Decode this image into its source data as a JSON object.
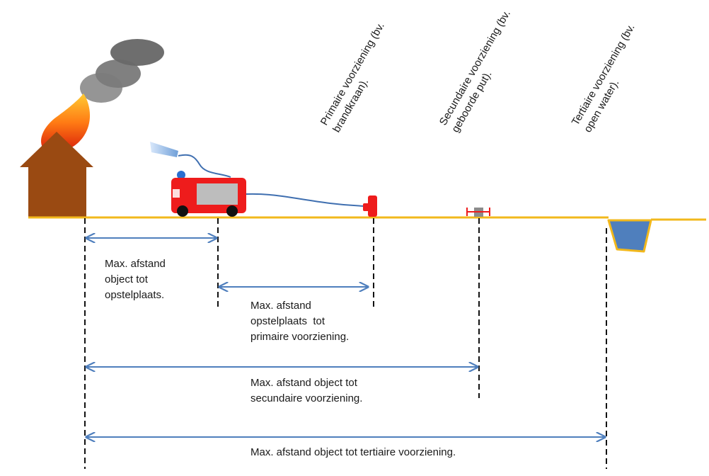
{
  "top_labels": {
    "primary": [
      "Primaire voorziening (bv.",
      "brandkraan)."
    ],
    "secondary": [
      "Secundaire voorziening (bv.",
      "geboorde put)."
    ],
    "tertiary": [
      "Tertiaire voorziening (bv.",
      "open water)."
    ]
  },
  "distances": {
    "object_to_setup": [
      "Max. afstand",
      "object tot",
      "opstelplaats."
    ],
    "setup_to_primary": [
      "Max. afstand",
      "opstelplaats  tot",
      "primaire voorziening."
    ],
    "object_to_secondary": [
      "Max. afstand object tot",
      "secundaire voorziening."
    ],
    "object_to_tertiary": [
      "Max. afstand object tot tertiaire voorziening."
    ]
  },
  "colors": {
    "ground": "#f2b81c",
    "arrow": "#4f7fbd",
    "house": "#9a4a12",
    "truck": "#ee1c1c",
    "hose": "#3f6fb0",
    "water": "#4f7fbd",
    "smoke": "#555555"
  },
  "icons": [
    "house-icon",
    "fire-icon",
    "smoke-icon",
    "fire-truck-icon",
    "hydrant-icon",
    "well-icon",
    "pond-icon"
  ]
}
